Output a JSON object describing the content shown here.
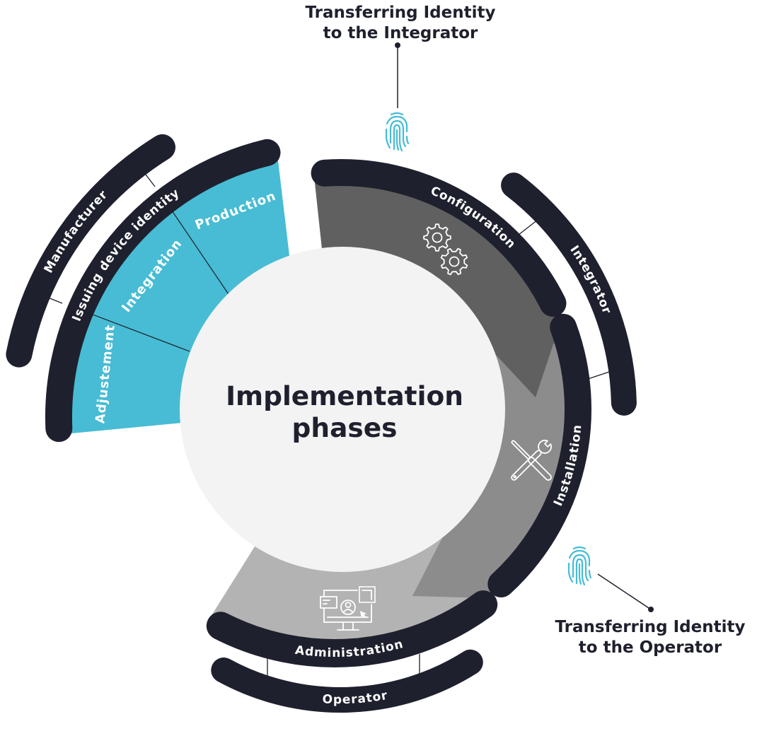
{
  "title": {
    "line1": "Implementation",
    "line2": "phases"
  },
  "stakeholders": {
    "manufacturer": "Manufacturer",
    "integrator": "Integrator",
    "operator": "Operator"
  },
  "phases": {
    "issuing": "Issuing device identity",
    "configuration": "Configuration",
    "installation": "Installation",
    "administration": "Administration"
  },
  "issuing_steps": [
    "Production",
    "Integration",
    "Adjustement"
  ],
  "callouts": {
    "to_integrator": {
      "line1": "Transferring Identity",
      "line2": "to the Integrator"
    },
    "to_operator": {
      "line1": "Transferring Identity",
      "line2": "to the Operator"
    }
  },
  "icons": {
    "configuration": "gears-icon",
    "installation": "tools-icon",
    "administration": "admin-monitor-icon",
    "identity_transfer": "fingerprint-icon"
  },
  "colors": {
    "navy": "#1f202e",
    "cyan": "#47bcd4",
    "dark": "#5f605f",
    "mid": "#8c8c8c",
    "light": "#b3b3b3",
    "circle": "#f3f3f3",
    "print": "#45bdd5"
  }
}
